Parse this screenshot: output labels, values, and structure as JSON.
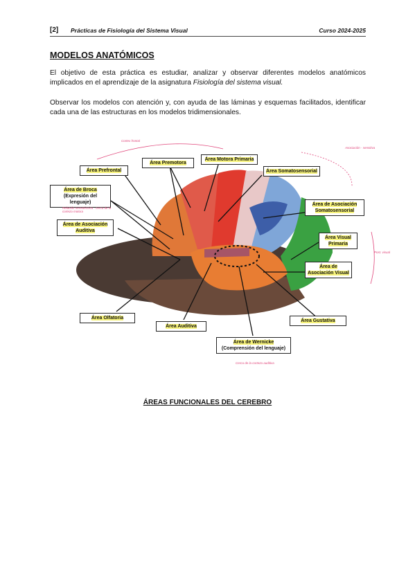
{
  "header": {
    "page_number": "[2]",
    "title": "Prácticas de Fisiología del Sistema Visual",
    "course": "Curso 2024-2025"
  },
  "section_title": "MODELOS ANATÓMICOS",
  "paragraph1": {
    "text_a": "El objetivo de esta práctica es estudiar, analizar y observar diferentes modelos anatómicos implicados en el aprendizaje de la asignatura ",
    "text_italic": "Fisiología del sistema visual.",
    "text_b": ""
  },
  "paragraph2": "Observar los modelos con atención y, con ayuda de las láminas y esquemas facilitados, identificar cada una de las estructuras en los modelos tridimensionales.",
  "labels": {
    "prefrontal": "Área Prefrontal",
    "premotora": "Área Premotora",
    "motora_primaria": "Área Motora Primaria",
    "somatosensorial": "Área Somatosensorial",
    "broca_1": "Área de Broca",
    "broca_2": "(Expresión del lenguaje)",
    "asoc_somato_1": "Área de Asociación",
    "asoc_somato_2": "Somatosensorial",
    "asoc_auditiva_1": "Área de Asociación",
    "asoc_auditiva_2": "Auditiva",
    "visual_primaria_1": "Área Visual",
    "visual_primaria_2": "Primaria",
    "asoc_visual_1": "Área de",
    "asoc_visual_2": "Asociación Visual",
    "olfatoria": "Área Olfatoria",
    "auditiva": "Área Auditiva",
    "gustativa": "Área Gustativa",
    "wernicke_1": "Área de Wernicke",
    "wernicke_2": "(Comprensión del lenguaje)"
  },
  "notes": {
    "top": "Cortex frontal",
    "top_right": "Asociación · sensitiva",
    "right": "Post. visual",
    "broca": "Relación nemotécnica - cerca de la corteza motora",
    "wernicke": "Cerca de la corteza auditiva"
  },
  "colors": {
    "frontal": "#e07838",
    "premotor": "#e05a4a",
    "motor": "#e03a2e",
    "somatosensory": "#7fa6d8",
    "parietal_assoc": "#3d5ea8",
    "occipital": "#3aa142",
    "temporal": "#e87d33",
    "cerebellum": "#6a4a3a",
    "highlight": "#f7f37a",
    "annotation": "#e0457a"
  },
  "bottom_title": "ÁREAS FUNCIONALES DEL CEREBRO"
}
